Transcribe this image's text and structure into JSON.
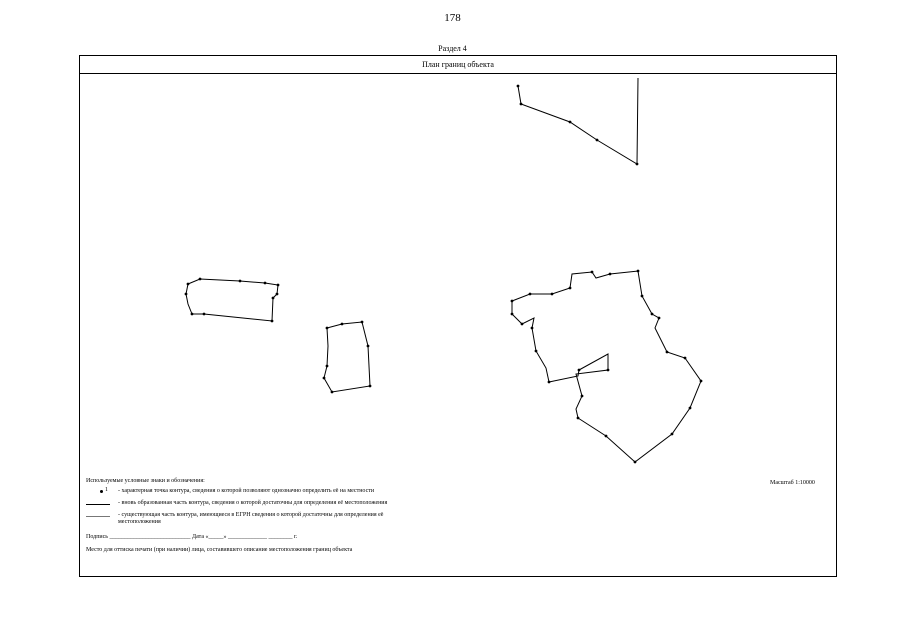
{
  "page_number": "178",
  "section_title": "Раздел 4",
  "plan_title": "План границ объекта",
  "scale": "Масштаб 1:10000",
  "legend": {
    "title": "Используемые условные знаки и обозначения:",
    "items": [
      {
        "symbol_label": "1",
        "text": "- характерная точка контура, сведения о которой позволяют однозначно определить её на местности"
      },
      {
        "text": "- вновь образованная часть контура, сведения о которой достаточны для определения её местоположения"
      },
      {
        "text": "- существующая часть контура, имеющиеся в ЕГРН сведения о которой достаточны для определения её местоположения"
      }
    ]
  },
  "signature_line": "Подпись ___________________________  Дата «_____» _____________  ________ г.",
  "stamp_line": "Место для оттиска печати (при наличии) лица, составившего описание местоположения границ объекта",
  "colors": {
    "line": "#000000",
    "background": "#ffffff"
  }
}
